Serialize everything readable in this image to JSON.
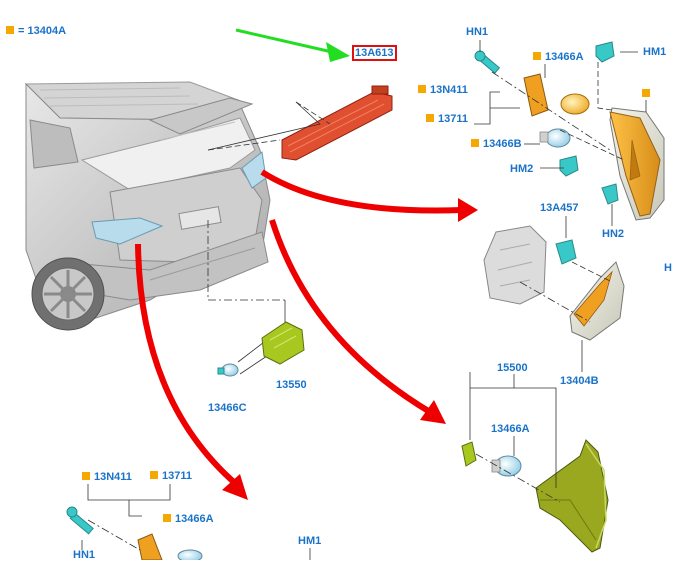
{
  "legend": {
    "marker_color": "#f5a800",
    "text": "= 13404A"
  },
  "colors": {
    "label": "#1a73c8",
    "marker": "#f5a800",
    "highlight_box": "#e01010",
    "arrow_red": "#ee0000",
    "arrow_green": "#22dd22",
    "lamp_amber": "#f0a020",
    "bulb_teal": "#38c8c8",
    "socket_green": "#a8c820"
  },
  "highlighted_part": "13A613",
  "labels": {
    "hl_13a613": "13A613",
    "hn1_top": "HN1",
    "hm1_top": "HM1",
    "p13466a_top": "13466A",
    "p13n411_top": "13N411",
    "p13711_top": "13711",
    "p13466b": "13466B",
    "hm2": "HM2",
    "p13a457": "13A457",
    "hn2": "HN2",
    "h_right": "H",
    "p13404b": "13404B",
    "p15500": "15500",
    "p13466a_mid": "13466A",
    "p13550": "13550",
    "p13466c": "13466C",
    "p13n411_bottom": "13N411",
    "p13711_bottom": "13711",
    "p13466a_bottom": "13466A",
    "hn1_bottom": "HN1",
    "hm1_bottom": "HM1"
  }
}
